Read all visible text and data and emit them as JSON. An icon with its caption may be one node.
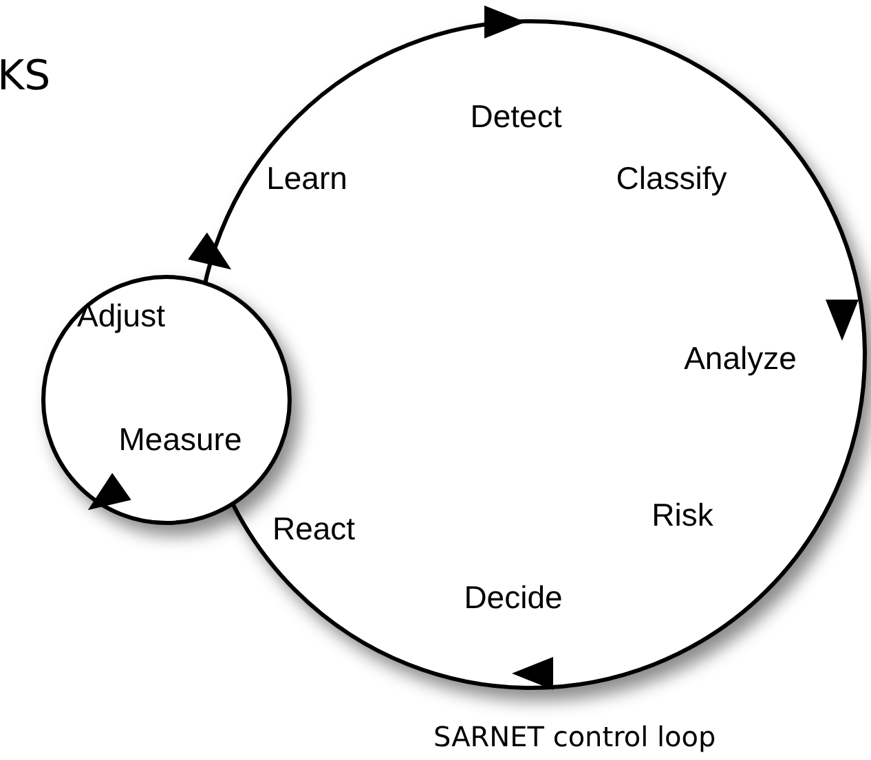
{
  "diagram": {
    "caption": "SARNET control loop",
    "nodes": [
      {
        "text": [
          "Detect",
          "Classify",
          "Analyze",
          "Risk",
          "Decide",
          "React",
          "Learn"
        ]
      },
      {
        "text": [
          "Adjust",
          "Measure"
        ]
      }
    ],
    "edges": [],
    "labels": [
      "KS"
    ]
  }
}
